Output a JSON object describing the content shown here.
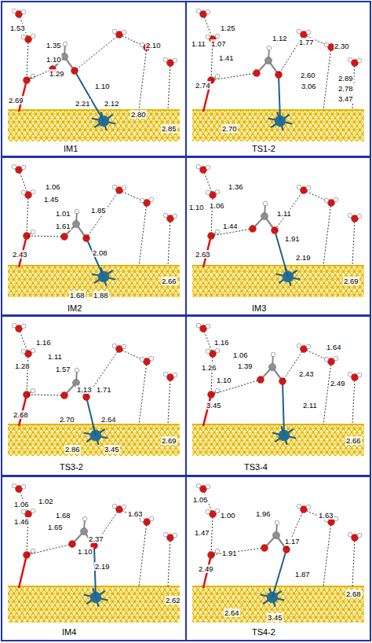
{
  "diagram": {
    "labels": [
      "1.53",
      "1.35",
      "1.10",
      "1.29",
      "2.69",
      "2.21",
      "1.10",
      "2.12",
      "2.10",
      "2.80",
      "2.85",
      "IM1",
      "1.25",
      "1.11",
      "1.07",
      "1.41",
      "2.74",
      "1.12",
      "1.77",
      "2.30",
      "2.60",
      "3.06",
      "2.89",
      "2.78",
      "3.47",
      "2.70",
      "TS1-2",
      "1.06",
      "1.45",
      "1.01",
      "1.61",
      "1.85",
      "2.43",
      "2.08",
      "2.66",
      "1.68",
      "1.88",
      "IM2",
      "1.36",
      "1.10",
      "1.06",
      "1.11",
      "1.44",
      "1.91",
      "2.63",
      "2.19",
      "2.69",
      "IM3",
      "1.16",
      "1.11",
      "1.28",
      "1.57",
      "1.13",
      "1.71",
      "2.68",
      "2.70",
      "2.64",
      "2.69",
      "2.86",
      "3.45",
      "TS3-2",
      "1.16",
      "1.06",
      "1.64",
      "1.26",
      "1.39",
      "2.43",
      "2.49",
      "1.10",
      "3.45",
      "2.11",
      "2.66",
      "TS3-4",
      "1.06",
      "1.02",
      "1.68",
      "1.63",
      "1.46",
      "1.65",
      "2.37",
      "1.10",
      "2.19",
      "2.62",
      "IM4",
      "1.05",
      "1.00",
      "1.96",
      "1.63",
      "1.47",
      "1.91",
      "1.17",
      "2.49",
      "1.87",
      "2.68",
      "2.64",
      "3.45",
      "TS4-2"
    ]
  }
}
